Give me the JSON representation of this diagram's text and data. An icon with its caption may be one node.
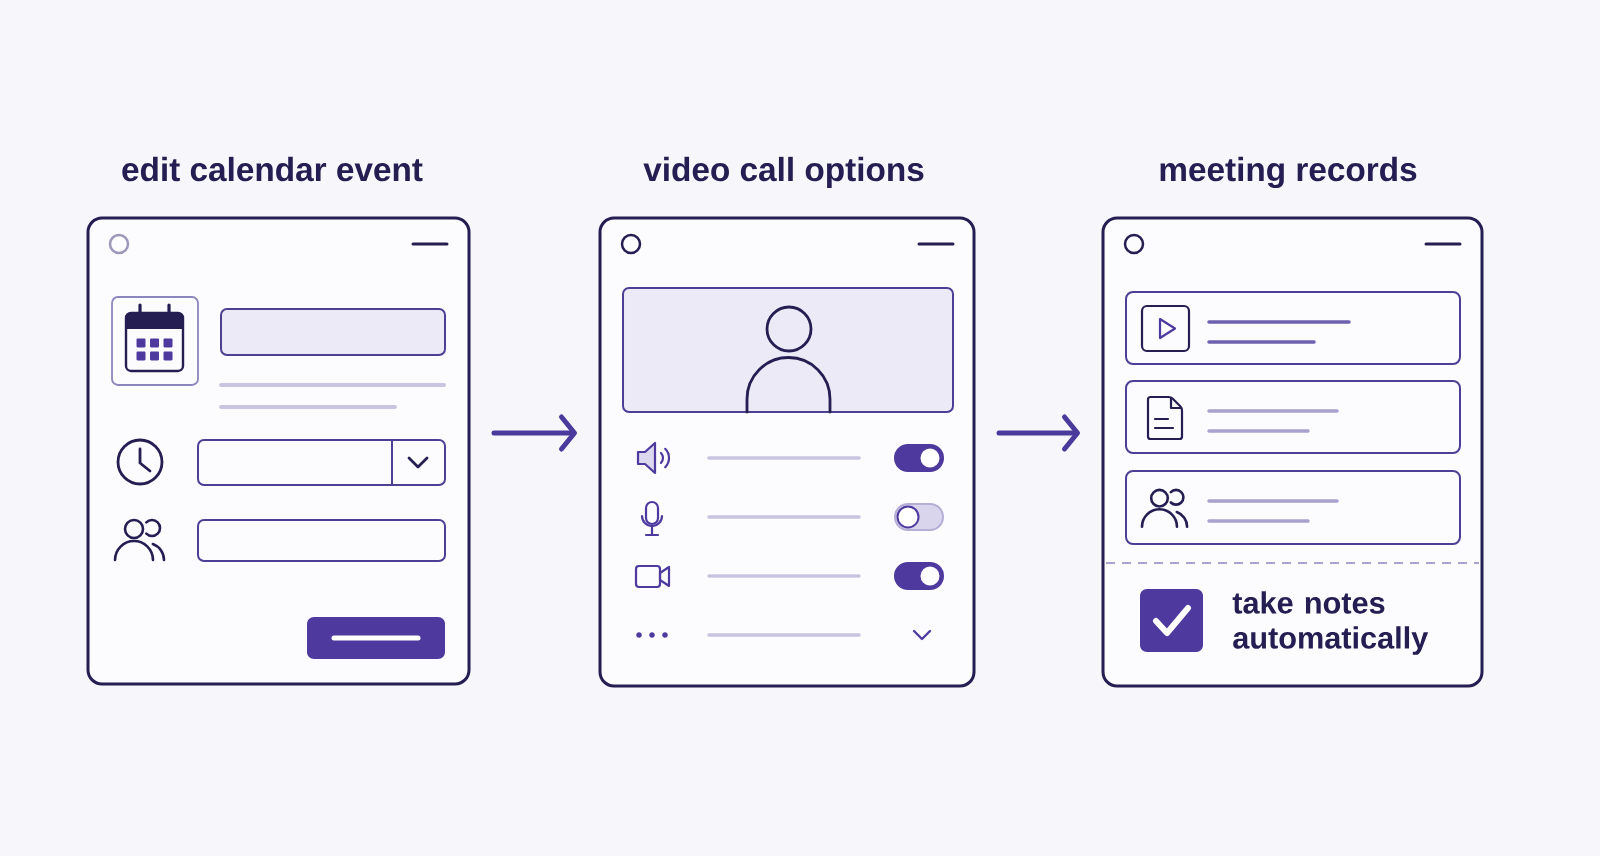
{
  "diagram": {
    "nodes": [
      {
        "text": [
          "edit calendar event"
        ]
      },
      {
        "text": [
          "video call options"
        ]
      },
      {
        "text": [
          "meeting records"
        ]
      }
    ],
    "edges": [
      {
        "from": 0,
        "to": 1,
        "arrow": "to"
      },
      {
        "from": 1,
        "to": 2,
        "arrow": "to"
      }
    ],
    "labels": [
      "take notes automatically"
    ]
  }
}
